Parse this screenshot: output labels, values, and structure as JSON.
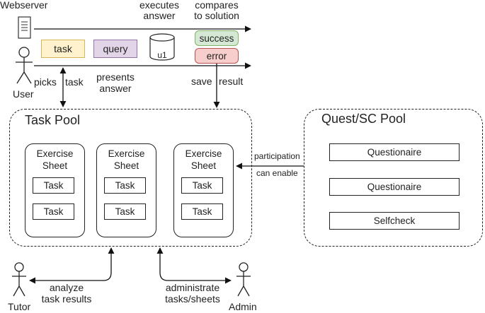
{
  "top": {
    "webserver_label": "Webserver",
    "user_label": "User",
    "executes_line1": "executes",
    "executes_line2": "answer",
    "compares_line1": "compares",
    "compares_line2": "to solution",
    "task_label": "task",
    "query_label": "query",
    "db_label": "u1",
    "success_label": "success",
    "error_label": "error",
    "picks_label": "picks",
    "task_arrow_label": "task",
    "presents_line1": "presents",
    "presents_line2": "answer",
    "save_label": "save",
    "result_label": "result"
  },
  "task_pool": {
    "title": "Task Pool",
    "sheets": [
      {
        "title_line1": "Exercise",
        "title_line2": "Sheet",
        "tasks": [
          "Task",
          "Task"
        ]
      },
      {
        "title_line1": "Exercise",
        "title_line2": "Sheet",
        "tasks": [
          "Task",
          "Task"
        ]
      },
      {
        "title_line1": "Exercise",
        "title_line2": "Sheet",
        "tasks": [
          "Task",
          "Task"
        ]
      }
    ]
  },
  "quest_pool": {
    "title": "Quest/SC Pool",
    "items": [
      "Questionaire",
      "Questionaire",
      "Selfcheck"
    ],
    "participation_label": "participation",
    "can_enable_label": "can enable"
  },
  "bottom": {
    "tutor_label": "Tutor",
    "admin_label": "Admin",
    "analyze_line1": "analyze",
    "analyze_line2": "task results",
    "administrate_line1": "administrate",
    "administrate_line2": "tasks/sheets"
  },
  "colors": {
    "task_fill": "#fff2cc",
    "task_stroke": "#d6b656",
    "query_fill": "#e1d5e7",
    "query_stroke": "#9673a6",
    "success_fill": "#d5e8d4",
    "success_stroke": "#82b366",
    "error_fill": "#f8cecc",
    "error_stroke": "#b85450"
  }
}
